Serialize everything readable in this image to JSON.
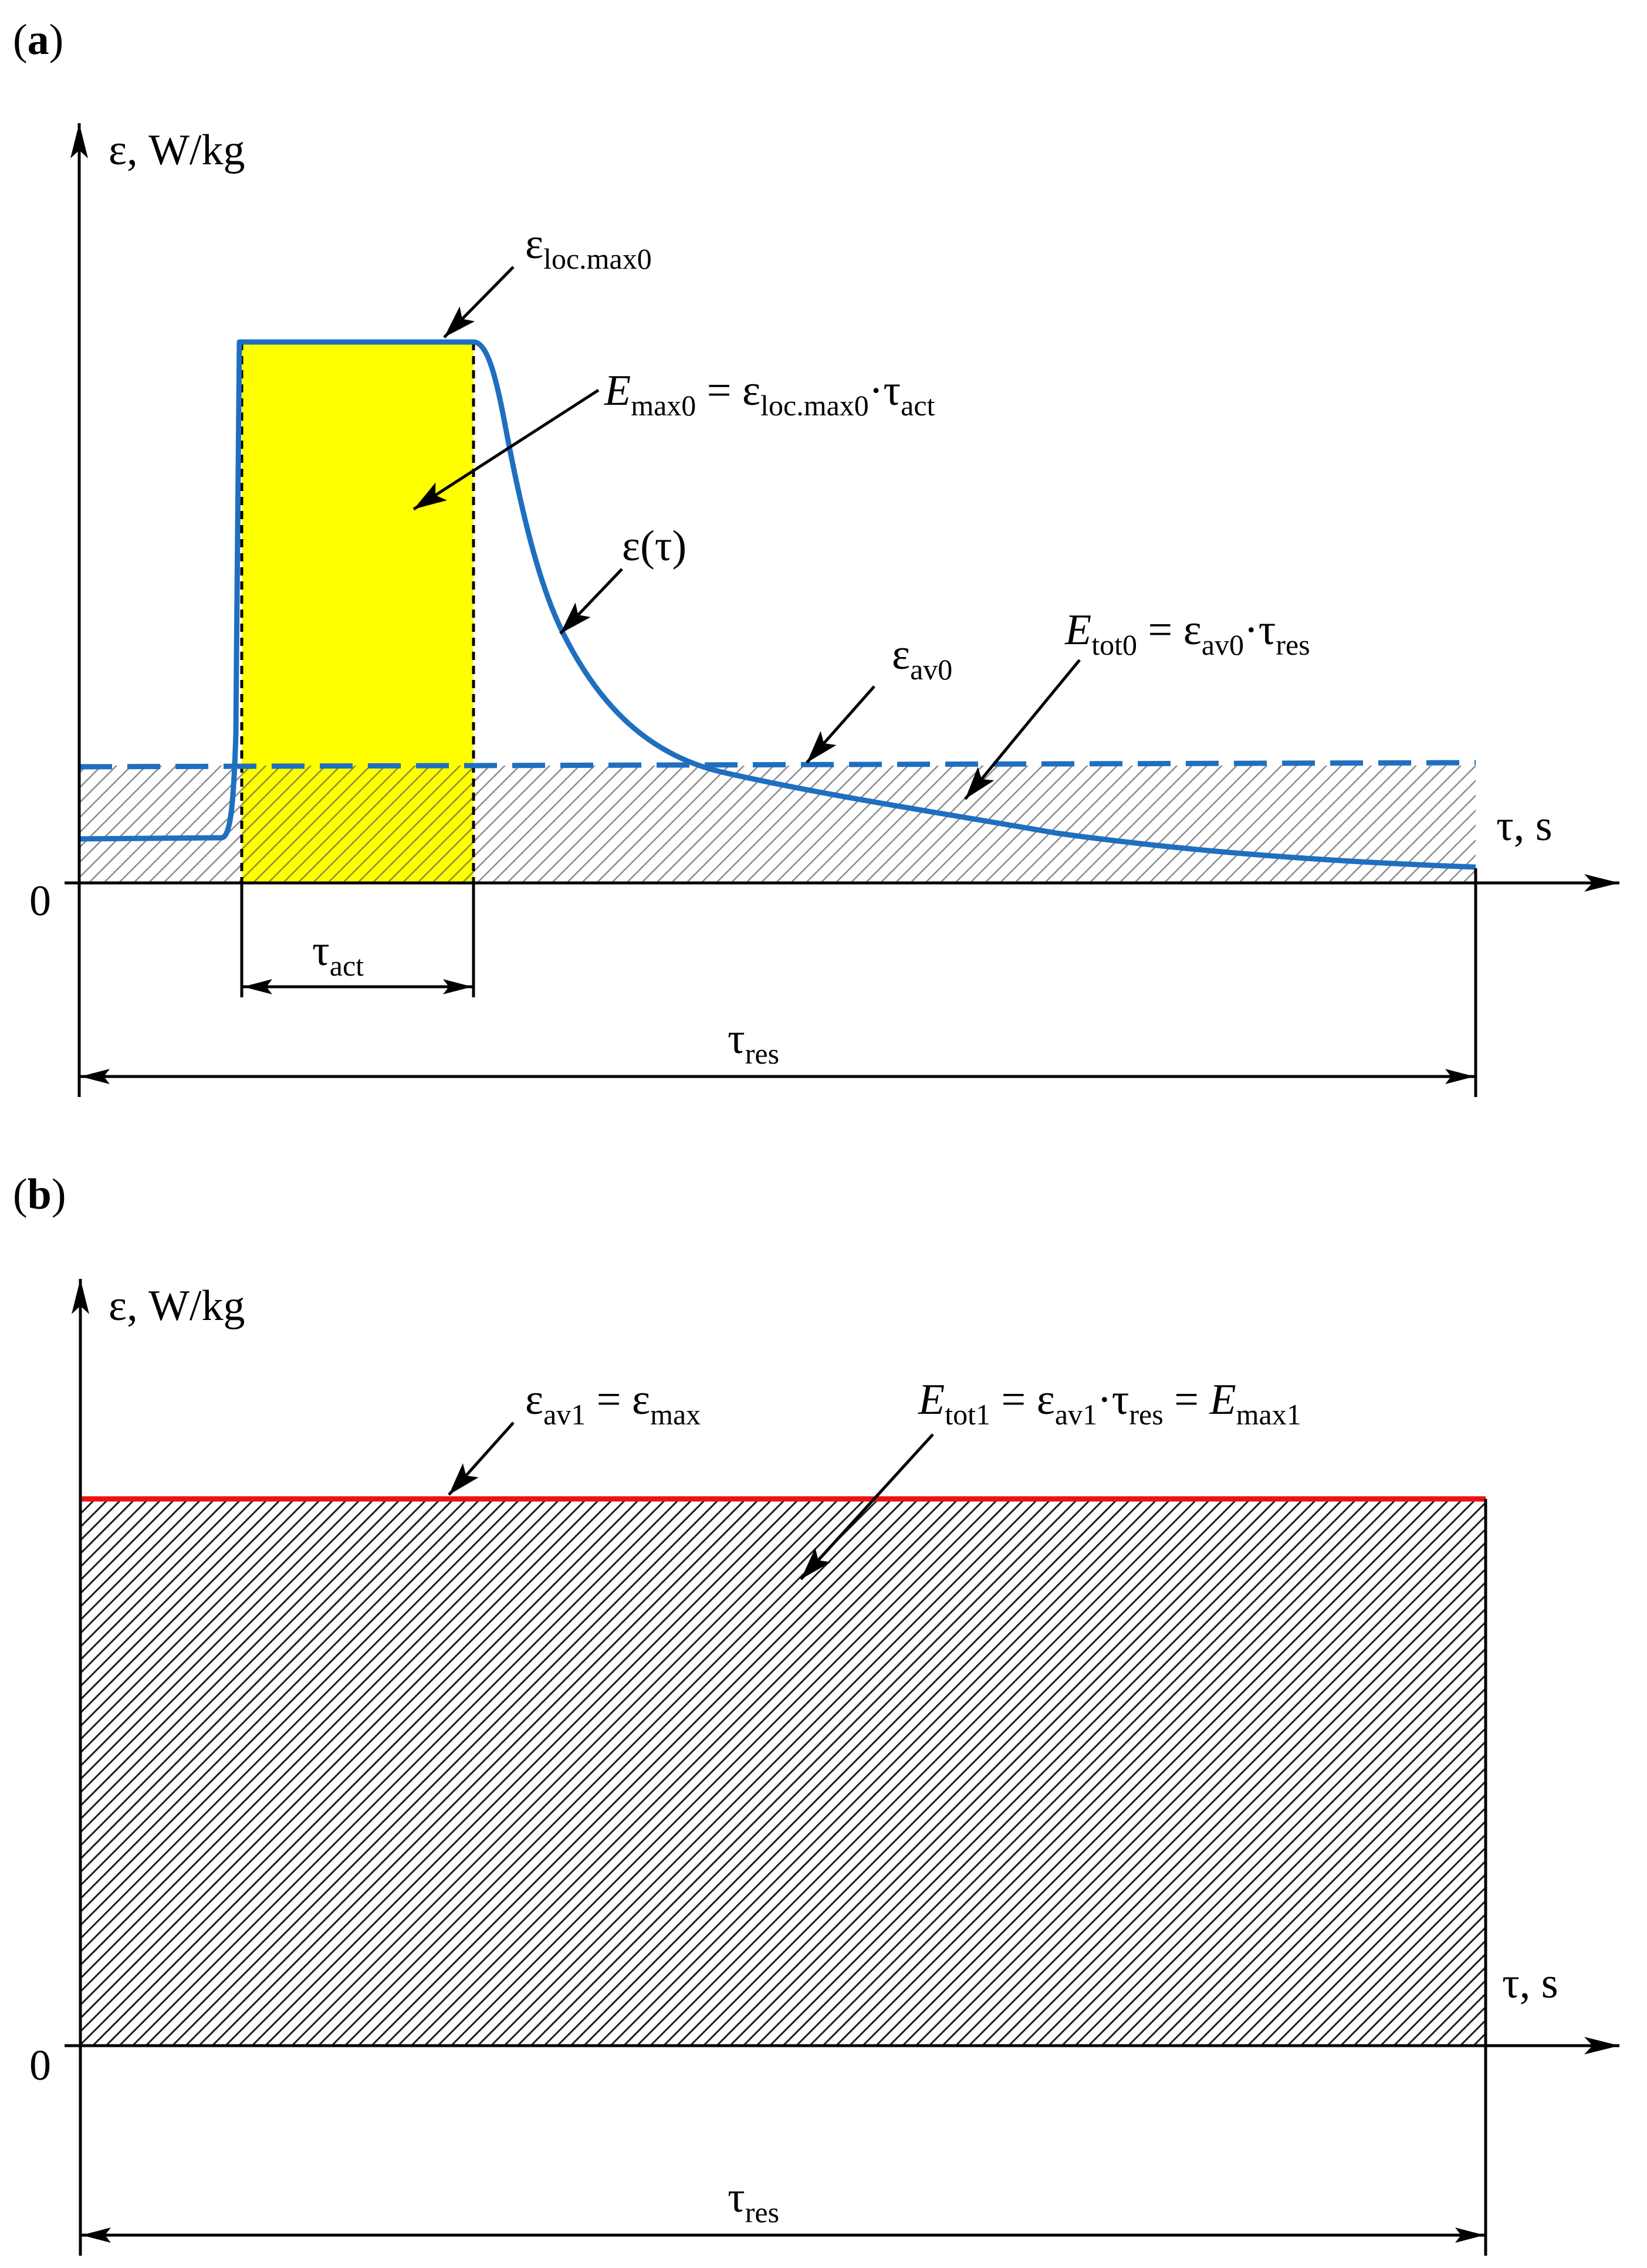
{
  "panel_a": {
    "label_open": "(",
    "label_letter": "a",
    "label_close": ")",
    "y_axis_label": "ε, W/kg",
    "x_axis_label": "τ, s",
    "origin_label": "0",
    "eps_locmax0": {
      "base": "ε",
      "sub": "loc.max0"
    },
    "E_max0": {
      "E": "E",
      "E_sub": "max0",
      "eq": " = ε",
      "eps_sub": "loc.max0",
      "mid": "·τ",
      "tau_sub": "act"
    },
    "eps_tau": "ε(τ)",
    "eps_av0": {
      "base": "ε",
      "sub": "av0"
    },
    "E_tot0": {
      "E": "E",
      "E_sub": "tot0",
      "eq": " = ε",
      "eps_sub": "av0",
      "mid": "·τ",
      "tau_sub": "res"
    },
    "tau_act": {
      "base": "τ",
      "sub": "act"
    },
    "tau_res": {
      "base": "τ",
      "sub": "res"
    }
  },
  "panel_b": {
    "label_open": "(",
    "label_letter": "b",
    "label_close": ")",
    "y_axis_label": "ε, W/kg",
    "x_axis_label": "τ, s",
    "origin_label": "0",
    "eps_av1": {
      "base": "ε",
      "sub": "av1",
      "eq": " = ε",
      "sub2": "max"
    },
    "E_tot1": {
      "E": "E",
      "E_sub": "tot1",
      "eq": " = ε",
      "eps_sub": "av1",
      "mid": "·τ",
      "tau_sub": "res",
      "eq2": " = ",
      "E2": "E",
      "E2_sub": "max1"
    },
    "tau_res": {
      "base": "τ",
      "sub": "res"
    }
  },
  "colors": {
    "curve": "#1f6fc0",
    "max_line": "#ee1111",
    "active_fill": "#ffff00",
    "hatch_light": "#909090",
    "hatch_dark": "#222222",
    "axis": "#000000"
  }
}
